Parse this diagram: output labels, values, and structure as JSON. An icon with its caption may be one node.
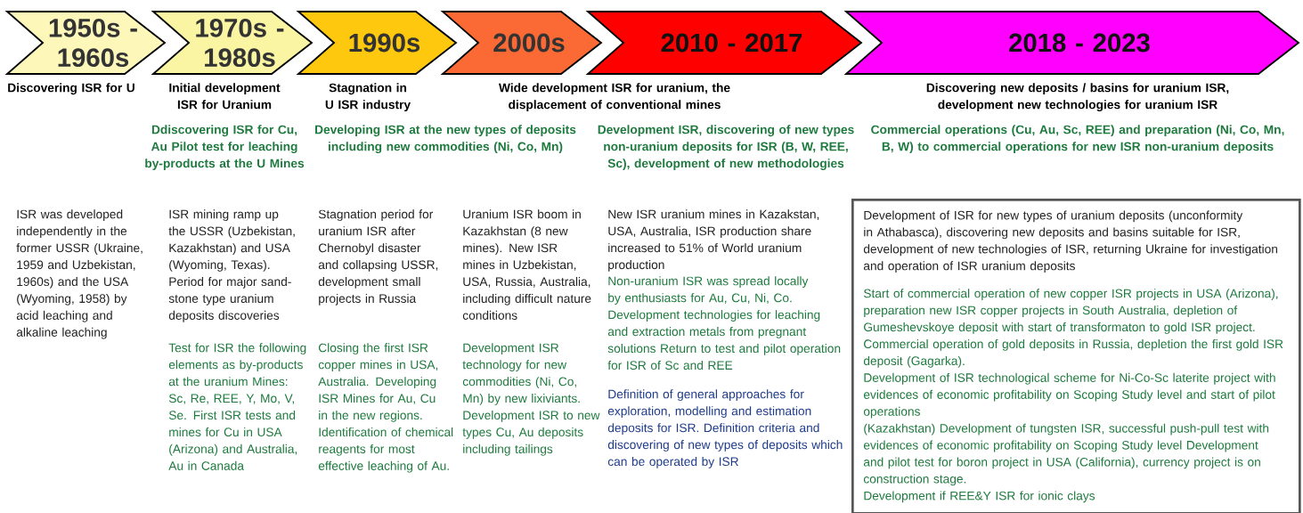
{
  "diagram": {
    "nodes": [
      {
        "text": [
          "1950s - 1960s"
        ]
      },
      {
        "text": [
          "1970s - 1980s"
        ]
      },
      {
        "text": [
          "1990s"
        ]
      },
      {
        "text": [
          "2000s"
        ]
      },
      {
        "text": [
          "2010 - 2017"
        ]
      },
      {
        "text": [
          "2018 - 2023"
        ]
      },
      {
        "text": [
          "Development of ISR for new types of uranium deposits (unconformity in Athabasca), discovering new deposits and basins suitable for ISR, development of new technologies of ISR, returning Ukraine for investigation and operation of ISR uranium deposits",
          "Start of commercial operation of new copper ISR projects in USA (Arizona), preparation new ISR copper projects in South Australia, depletion of Gumeshevskoye deposit with start of transformaton to gold ISR project.",
          "Commercial operation of gold deposits in Russia, depletion the first gold ISR deposit (Gagarka).",
          "Development of ISR technological scheme for Ni-Co-Sc laterite project with evidences of economic profitability on Scoping Study level and start of pilot operations",
          "(Kazakhstan) Development of tungsten ISR, successful push-pull test with evidences of economic profitability on Scoping Study level Development and pilot test for boron project in USA (California), currency project is on construction stage.",
          "Development if REE&Y ISR for ionic clays"
        ]
      }
    ],
    "labels": [
      "Discovering ISR for U",
      "Initial development ISR for Uranium",
      "Stagnation in U ISR industry",
      "Wide development ISR for uranium, the displacement of conventional mines",
      "Discovering new deposits / basins for uranium ISR, development new technologies for uranium ISR",
      "Ddiscovering ISR for Cu, Au Pilot test for leaching by-products at the U Mines",
      "Developing ISR at the new types of deposits including new commodities (Ni, Co, Mn)",
      "Development ISR, discovering of new types non-uranium deposits for ISR (B, W, REE, Sc), development of new methodologies",
      "Commercial operations (Cu, Au, Sc, REE) and preparation (Ni, Co, Mn, B, W) to commercial operations for new ISR non-uranium deposits",
      "ISR was developed independently in the former USSR (Ukraine, 1959 and Uzbekistan, 1960s) and the USA (Wyoming, 1958) by acid leaching and alkaline leaching",
      "ISR mining ramp up the USSR (Uzbekistan, Kazakhstan) and USA (Wyoming, Texas). Period for major sand-stone type uranium deposits discoveries",
      "Test for ISR the following elements as by-products at the uranium Mines: Sc, Re, REE, Y, Mo, V, Se. First ISR tests and mines for Cu in USA (Arizona) and Australia, Au in Canada",
      "Stagnation period for uranium ISR after Chernobyl disaster and collapsing USSR, development small projects in Russia",
      "Closing the first ISR copper mines in USA, Australia. Developing ISR Mines for Au, Cu in the new regions. Identification of chemical reagents for most effective leaching of Au.",
      "Uranium ISR boom in Kazakhstan (8 new mines). New ISR mines in Uzbekistan, USA, Russia, Australia, including difficult nature conditions",
      "Development ISR technology for new commodities (Ni, Co, Mn) by new lixiviants. Development ISR to new types Cu, Au deposits including tailings",
      "New ISR uranium mines in Kazakstan, USA, Australia, ISR production share increased to 51% of World uranium production",
      "Non-uranium ISR was spread locally by enthusiasts for Au, Cu, Ni, Co. Development technologies for leaching and extraction metals from pregnant solutions Return to test and pilot operation for ISR of Sc and REE",
      "Definition of general approaches for exploration, modelling and estimation deposits for ISR. Definition criteria and discovering of new types of deposits which can be operated by ISR"
    ]
  }
}
